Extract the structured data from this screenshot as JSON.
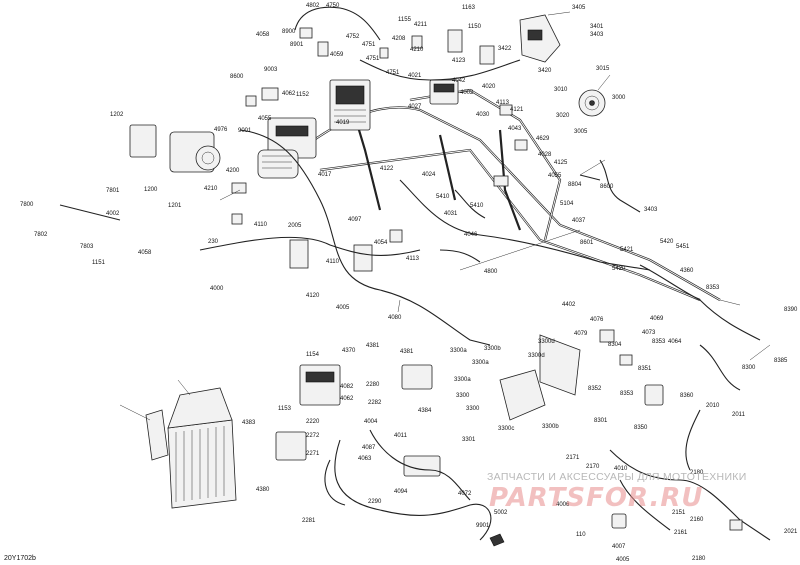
{
  "reference_code": "20Y1702b",
  "watermark": {
    "text": "ЗАПЧАСТИ И АКСЕССУАРЫ ДЛЯ МОТОТЕХНИКИ",
    "logo": "PARTSFOR.RU"
  },
  "callouts": [
    "4802",
    "4750",
    "1155",
    "1163",
    "3405",
    "4058",
    "8900",
    "4752",
    "4208",
    "4211",
    "3401",
    "8901",
    "4751",
    "4210",
    "4059",
    "3403",
    "1150",
    "3422",
    "3420",
    "4751",
    "4021",
    "4123",
    "9003",
    "4751",
    "4042",
    "3015",
    "8600",
    "4062",
    "4020",
    "4002",
    "3010",
    "3000",
    "1152",
    "4019",
    "4027",
    "4113",
    "3020",
    "3005",
    "9001",
    "4055",
    "4121",
    "4043",
    "1202",
    "4976",
    "4030",
    "4629",
    "4017",
    "4028",
    "4125",
    "4122",
    "4024",
    "4055",
    "8804",
    "8600",
    "4200",
    "4210",
    "1201",
    "5410",
    "5410",
    "5104",
    "1200",
    "3403",
    "7801",
    "7800",
    "4002",
    "4037",
    "230",
    "4110",
    "2005",
    "4031",
    "4097",
    "8601",
    "5421",
    "5420",
    "5451",
    "7802",
    "7803",
    "4058",
    "1151",
    "4054",
    "4046",
    "4113",
    "4110",
    "4000",
    "4800",
    "5420",
    "4360",
    "8353",
    "4120",
    "4005",
    "4402",
    "4069",
    "4076",
    "4073",
    "8390",
    "4080",
    "4079",
    "8304",
    "4064",
    "8353",
    "8385",
    "1154",
    "4370",
    "4381",
    "3300a",
    "3300b",
    "3300d",
    "3300d",
    "3300a",
    "8351",
    "8300",
    "1153",
    "4082",
    "2280",
    "4062",
    "4381",
    "2282",
    "4384",
    "3300a",
    "8352",
    "8353",
    "8301",
    "2010",
    "2011",
    "8350",
    "8360",
    "4383",
    "2220",
    "4011",
    "2272",
    "4004",
    "4087",
    "2271",
    "4063",
    "3300",
    "3300",
    "3301",
    "3300c",
    "3300b",
    "2171",
    "2170",
    "4380",
    "2290",
    "4094",
    "4072",
    "4010",
    "2180",
    "5002",
    "2151",
    "4006",
    "110",
    "2160",
    "2281",
    "9901",
    "4007",
    "2161",
    "4005",
    "2021",
    "2180"
  ]
}
